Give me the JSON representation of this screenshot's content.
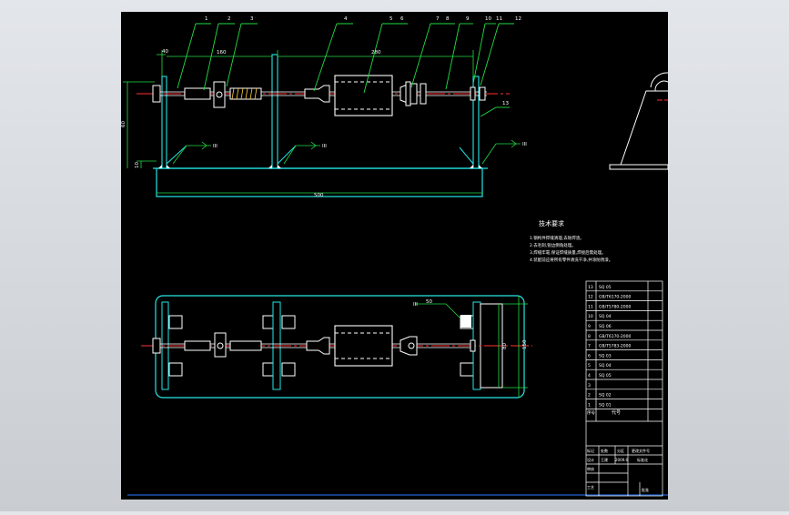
{
  "drawing": {
    "balloons": [
      "1",
      "2",
      "3",
      "4",
      "5",
      "6",
      "7",
      "8",
      "9",
      "10",
      "11",
      "12",
      "13"
    ],
    "dimensions": {
      "d40": "40",
      "d160": "160",
      "d280": "280",
      "d500": "500",
      "d60": "60",
      "d10": "10",
      "d80": "80",
      "d150": "150"
    },
    "weld_symbols": [
      "III",
      "III",
      "III",
      "III"
    ],
    "weld_top_label": "50",
    "tech_requirements": {
      "title": "技术要求",
      "items": [
        "1.钢构件焊缝清理,去除焊渣。",
        "2.去毛刺,锐边倒角处理。",
        "3.焊缝牢靠,保证焊缝质量,焊接后需处理。",
        "4.装配前应将所有零件清洗干净,并涂防锈漆。"
      ]
    },
    "bom": {
      "rows": [
        {
          "no": "13",
          "code": "SQ 05"
        },
        {
          "no": "12",
          "code": "GB/T6170-2000"
        },
        {
          "no": "11",
          "code": "GB/T5780-2000"
        },
        {
          "no": "10",
          "code": "SQ 04"
        },
        {
          "no": "9",
          "code": "SQ 06"
        },
        {
          "no": "8",
          "code": "GB/T6170-2000"
        },
        {
          "no": "7",
          "code": "GB/T5783-2000"
        },
        {
          "no": "6",
          "code": "SQ 03"
        },
        {
          "no": "5",
          "code": "SQ 04"
        },
        {
          "no": "4",
          "code": "SQ 05"
        },
        {
          "no": "3",
          "code": ""
        },
        {
          "no": "2",
          "code": "SQ 02"
        },
        {
          "no": "1",
          "code": "SQ 01"
        }
      ],
      "header_no": "序号",
      "header_code": "代号"
    },
    "title_block": {
      "row1": [
        "标记",
        "处数",
        "分区",
        "更改文件号"
      ],
      "row2": [
        "设计",
        "王建",
        "2009.6",
        "标准化"
      ],
      "row3": "审核",
      "row4": "工艺",
      "row5_right": "批准"
    }
  }
}
